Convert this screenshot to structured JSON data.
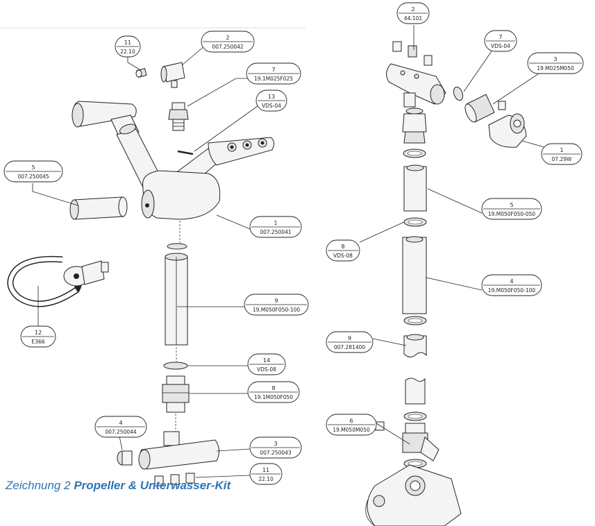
{
  "caption": {
    "prefix": "Zeichnung 2",
    "title": "Propeller & Unterwasser-Kit"
  },
  "left_labels": [
    {
      "num": "11",
      "code": "22.10"
    },
    {
      "num": "2",
      "code": "007.250042"
    },
    {
      "num": "7",
      "code": "19.1M025F025"
    },
    {
      "num": "13",
      "code": "VDS-04"
    },
    {
      "num": "5",
      "code": "007.250045"
    },
    {
      "num": "1",
      "code": "007.250041"
    },
    {
      "num": "9",
      "code": "19.M050F050-100"
    },
    {
      "num": "12",
      "code": "E366"
    },
    {
      "num": "14",
      "code": "VDS-08"
    },
    {
      "num": "8",
      "code": "19.1M050F050"
    },
    {
      "num": "4",
      "code": "007.250044"
    },
    {
      "num": "3",
      "code": "007.250043"
    },
    {
      "num": "11",
      "code": "22.10"
    }
  ],
  "right_labels": [
    {
      "num": "2",
      "code": "44.101"
    },
    {
      "num": "7",
      "code": "VDS-04"
    },
    {
      "num": "3",
      "code": "19.M025M050"
    },
    {
      "num": "1",
      "code": "07.29W"
    },
    {
      "num": "5",
      "code": "19.M050F050-050"
    },
    {
      "num": "8",
      "code": "VDS-08"
    },
    {
      "num": "4",
      "code": "19.M050F050-100"
    },
    {
      "num": "9",
      "code": "007.281400"
    },
    {
      "num": "6",
      "code": "19.M050M050"
    }
  ]
}
